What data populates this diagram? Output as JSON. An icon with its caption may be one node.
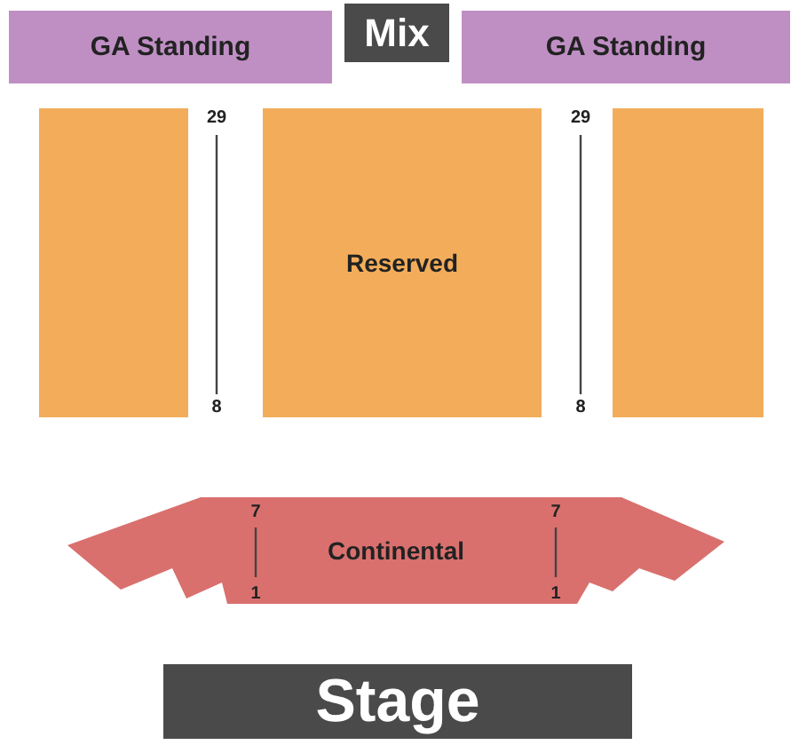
{
  "diagram": {
    "nodes": [
      {
        "text": [
          "GA Standing"
        ]
      },
      {
        "text": [
          "Mix"
        ]
      },
      {
        "text": [
          "GA Standing"
        ]
      },
      {
        "text": [],
        "shape": "box"
      },
      {
        "text": [
          "Reserved"
        ]
      },
      {
        "text": [],
        "shape": "box"
      },
      {
        "text": [
          "Continental"
        ]
      },
      {
        "text": [
          "Stage"
        ]
      }
    ],
    "edges": [],
    "labels": [
      "29",
      "29",
      "8",
      "8",
      "7",
      "7",
      "1",
      "1"
    ]
  }
}
